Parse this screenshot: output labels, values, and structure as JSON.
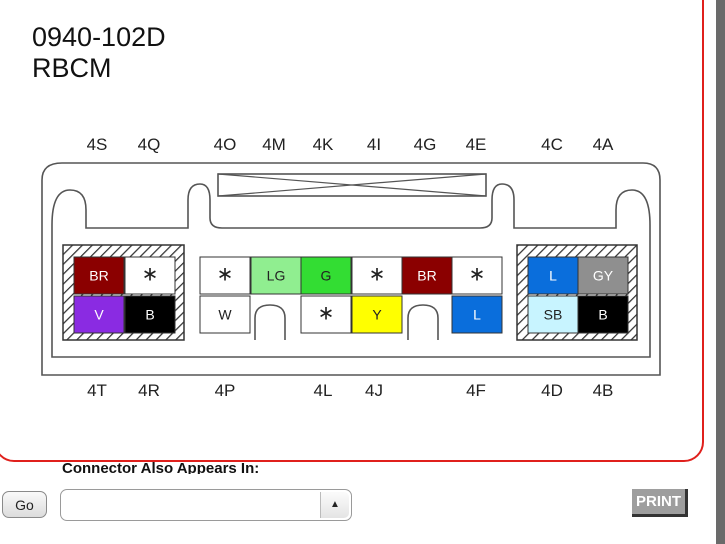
{
  "connector": {
    "part_number": "0940-102D",
    "name": "RBCM",
    "top_labels": [
      "4S",
      "4Q",
      "4O",
      "4M",
      "4K",
      "4I",
      "4G",
      "4E",
      "4C",
      "4A"
    ],
    "bottom_labels": [
      "4T",
      "4R",
      "4P",
      "4L",
      "4J",
      "4F",
      "4D",
      "4B"
    ],
    "cavities": [
      {
        "row": 0,
        "col": 0,
        "text": "BR",
        "color": "#8b0000",
        "text_color": "#ffffff"
      },
      {
        "row": 0,
        "col": 1,
        "text": "∗",
        "color": "#ffffff",
        "text_color": "#222222"
      },
      {
        "row": 1,
        "col": 0,
        "text": "V",
        "color": "#8a2be2",
        "text_color": "#ffffff"
      },
      {
        "row": 1,
        "col": 1,
        "text": "B",
        "color": "#000000",
        "text_color": "#ffffff"
      },
      {
        "row": 0,
        "col": 2,
        "text": "∗",
        "color": "#ffffff",
        "text_color": "#222222"
      },
      {
        "row": 0,
        "col": 3,
        "text": "LG",
        "color": "#90ee90",
        "text_color": "#222222"
      },
      {
        "row": 0,
        "col": 4,
        "text": "G",
        "color": "#33dd33",
        "text_color": "#222222"
      },
      {
        "row": 0,
        "col": 5,
        "text": "∗",
        "color": "#ffffff",
        "text_color": "#222222"
      },
      {
        "row": 0,
        "col": 6,
        "text": "BR",
        "color": "#8b0000",
        "text_color": "#ffffff"
      },
      {
        "row": 0,
        "col": 7,
        "text": "∗",
        "color": "#ffffff",
        "text_color": "#222222"
      },
      {
        "row": 1,
        "col": 2,
        "text": "W",
        "color": "#ffffff",
        "text_color": "#222222"
      },
      {
        "row": 1,
        "col": 4,
        "text": "∗",
        "color": "#ffffff",
        "text_color": "#222222"
      },
      {
        "row": 1,
        "col": 5,
        "text": "Y",
        "color": "#ffff00",
        "text_color": "#222222"
      },
      {
        "row": 1,
        "col": 7,
        "text": "L",
        "color": "#0a6edc",
        "text_color": "#ffffff"
      },
      {
        "row": 0,
        "col": 8,
        "text": "L",
        "color": "#0a6edc",
        "text_color": "#ffffff"
      },
      {
        "row": 0,
        "col": 9,
        "text": "GY",
        "color": "#8f8f8f",
        "text_color": "#ffffff"
      },
      {
        "row": 1,
        "col": 8,
        "text": "SB",
        "color": "#c8f4ff",
        "text_color": "#222222"
      },
      {
        "row": 1,
        "col": 9,
        "text": "B",
        "color": "#000000",
        "text_color": "#ffffff"
      }
    ]
  },
  "also_appears": {
    "label": "Connector Also Appears In:"
  },
  "controls": {
    "go_label": "Go",
    "select_value": "",
    "print_label": "PRINT"
  },
  "colors": {
    "border": "#e0201c"
  }
}
